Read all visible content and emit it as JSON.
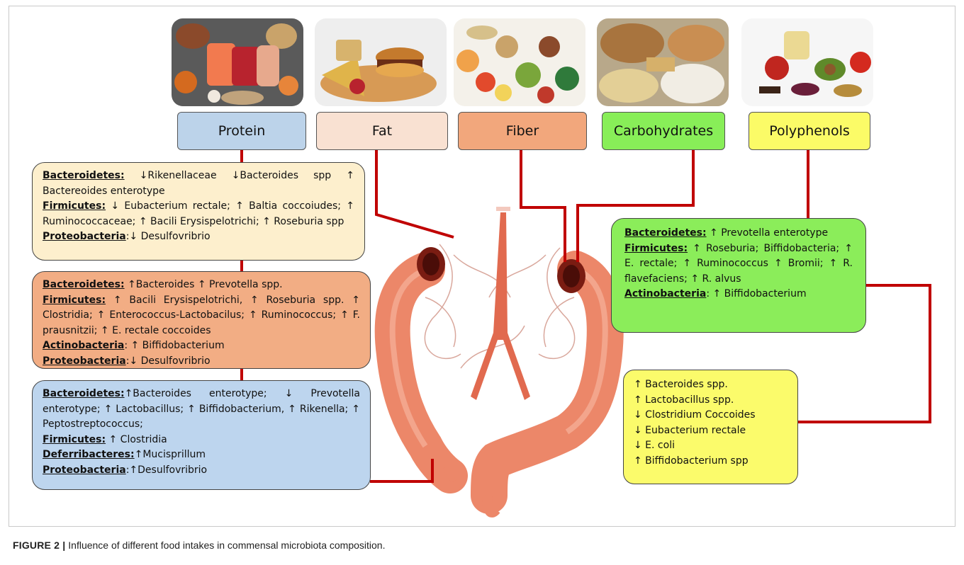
{
  "categories": [
    {
      "key": "protein",
      "label": "Protein",
      "color": "#bcd3ea"
    },
    {
      "key": "fat",
      "label": "Fat",
      "color": "#f9e1d2"
    },
    {
      "key": "fiber",
      "label": "Fiber",
      "color": "#f2a77c"
    },
    {
      "key": "carbohydrates",
      "label": "Carbohydrates",
      "color": "#88ee58"
    },
    {
      "key": "polyphenols",
      "label": "Polyphenols",
      "color": "#fbfb67"
    }
  ],
  "photos": [
    "protein-foods-photo",
    "fat-foods-photo",
    "fiber-foods-photo",
    "carbohydrate-foods-photo",
    "polyphenol-foods-photo"
  ],
  "protein_box": {
    "color": "#fdefcd",
    "bacteroidetes_label": "Bacteroidetes:",
    "bacteroidetes_text": " ↓Rikenellaceae ↓Bacteroides spp ↑ Bactereoides enterotype",
    "firmicutes_label": "Firmicutes:",
    "firmicutes_text": " ↓ Eubacterium rectale; ↑ Baltia coccoiudes; ↑ Ruminococcaceae; ↑ Bacili Erysispelotrichi; ↑ Roseburia spp",
    "proteobacteria_label": "Proteobacteria",
    "proteobacteria_text": ":↓ Desulfovribrio"
  },
  "fiber_box": {
    "color": "#f2ad84",
    "bacteroidetes_label": "Bacteroidetes:",
    "bacteroidetes_text": " ↑Bacteroides ↑ Prevotella spp.",
    "firmicutes_label": "Firmicutes:",
    "firmicutes_text": " ↑ Bacili Erysispelotrichi, ↑ Roseburia spp. ↑ Clostridia; ↑ Enterococcus-Lactobacilus; ↑ Ruminococcus; ↑ F. prausnitzii; ↑ E. rectale coccoides",
    "actinobacteria_label": "Actinobacteria",
    "actinobacteria_text": ": ↑ Biffidobacterium",
    "proteobacteria_label": "Proteobacteria",
    "proteobacteria_text": ":↓ Desulfovribrio"
  },
  "fat_box": {
    "color": "#bdd5ee",
    "bacteroidetes_label": "Bacteroidetes:",
    "bacteroidetes_text": "↑Bacteroides enterotype; ↓ Prevotella enterotype; ↑ Lactobacillus; ↑ Biffidobacterium, ↑ Rikenella; ↑ Peptostreptococcus;",
    "firmicutes_label": "Firmicutes:",
    "firmicutes_text": " ↑ Clostridia",
    "deferribacteres_label": "Deferribacteres:",
    "deferribacteres_text": "↑Mucisprillum",
    "proteobacteria_label": "Proteobacteria",
    "proteobacteria_text": ":↑Desulfovribrio"
  },
  "carb_box": {
    "color": "#8bed5a",
    "bacteroidetes_label": "Bacteroidetes:",
    "bacteroidetes_text": " ↑ Prevotella enterotype",
    "firmicutes_label": "Firmicutes:",
    "firmicutes_text": " ↑ Roseburia; Biffidobacteria; ↑ E. rectale; ↑ Ruminococcus ↑ Bromii; ↑ R. flavefaciens; ↑ R. alvus",
    "actinobacteria_label": "Actinobacteria",
    "actinobacteria_text": ": ↑ Biffidobacterium"
  },
  "poly_box": {
    "color": "#fbfb6b",
    "items": [
      "↑ Bacteroides spp.",
      "↑ Lactobacillus spp.",
      "↓ Clostridium Coccoides",
      "↓ Eubacterium rectale",
      "↓ E. coli",
      "↑ Biffidobacterium spp"
    ]
  },
  "connector_color": "#c00000",
  "caption": {
    "label": "FIGURE 2 |",
    "text": " Influence of different food intakes in commensal microbiota composition."
  }
}
